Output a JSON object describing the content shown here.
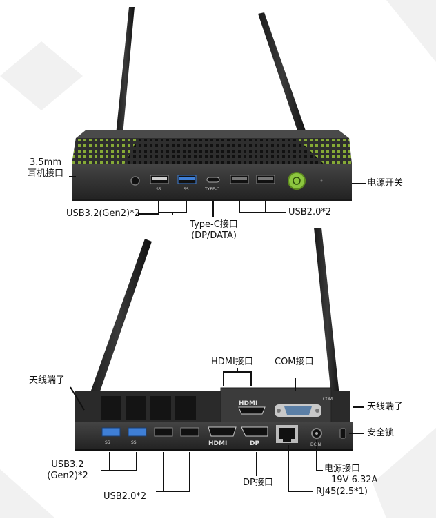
{
  "top_view": {
    "labels": {
      "headphone_l1": "3.5mm",
      "headphone_l2": "耳机接口",
      "power_switch": "电源开关",
      "usb32": "USB3.2(Gen2)*2",
      "typec_l1": "Type-C接口",
      "typec_l2": "(DP/DATA)",
      "usb20": "USB2.0*2"
    },
    "port_marks": {
      "ss1": "SS",
      "ss2": "SS",
      "typec": "TYPE-C"
    }
  },
  "bottom_view": {
    "labels": {
      "antenna_left": "天线端子",
      "antenna_right": "天线端子",
      "hdmi_port": "HDMI接口",
      "com_port": "COM接口",
      "security_lock": "安全锁",
      "usb32_l1": "USB3.2",
      "usb32_l2": "(Gen2)*2",
      "usb20": "USB2.0*2",
      "dp_port": "DP接口",
      "power_l1": "电源接口",
      "power_l2": "19V 6.32A",
      "rj45": "RJ45(2.5*1)"
    },
    "port_marks": {
      "hdmi1": "HDMI",
      "hdmi2": "HDMI",
      "dp": "DP",
      "dcin": "DCIN",
      "com": "COM",
      "ss1": "SS",
      "ss2": "SS"
    }
  },
  "colors": {
    "chassis": "#2b2b2b",
    "chassis_top": "#3a3a3a",
    "accent_green": "#9bc53d",
    "power_button": "#8cc63f",
    "usb3_blue": "#3f7fd6",
    "com_blue": "#5b7fa6",
    "line": "#111111"
  }
}
